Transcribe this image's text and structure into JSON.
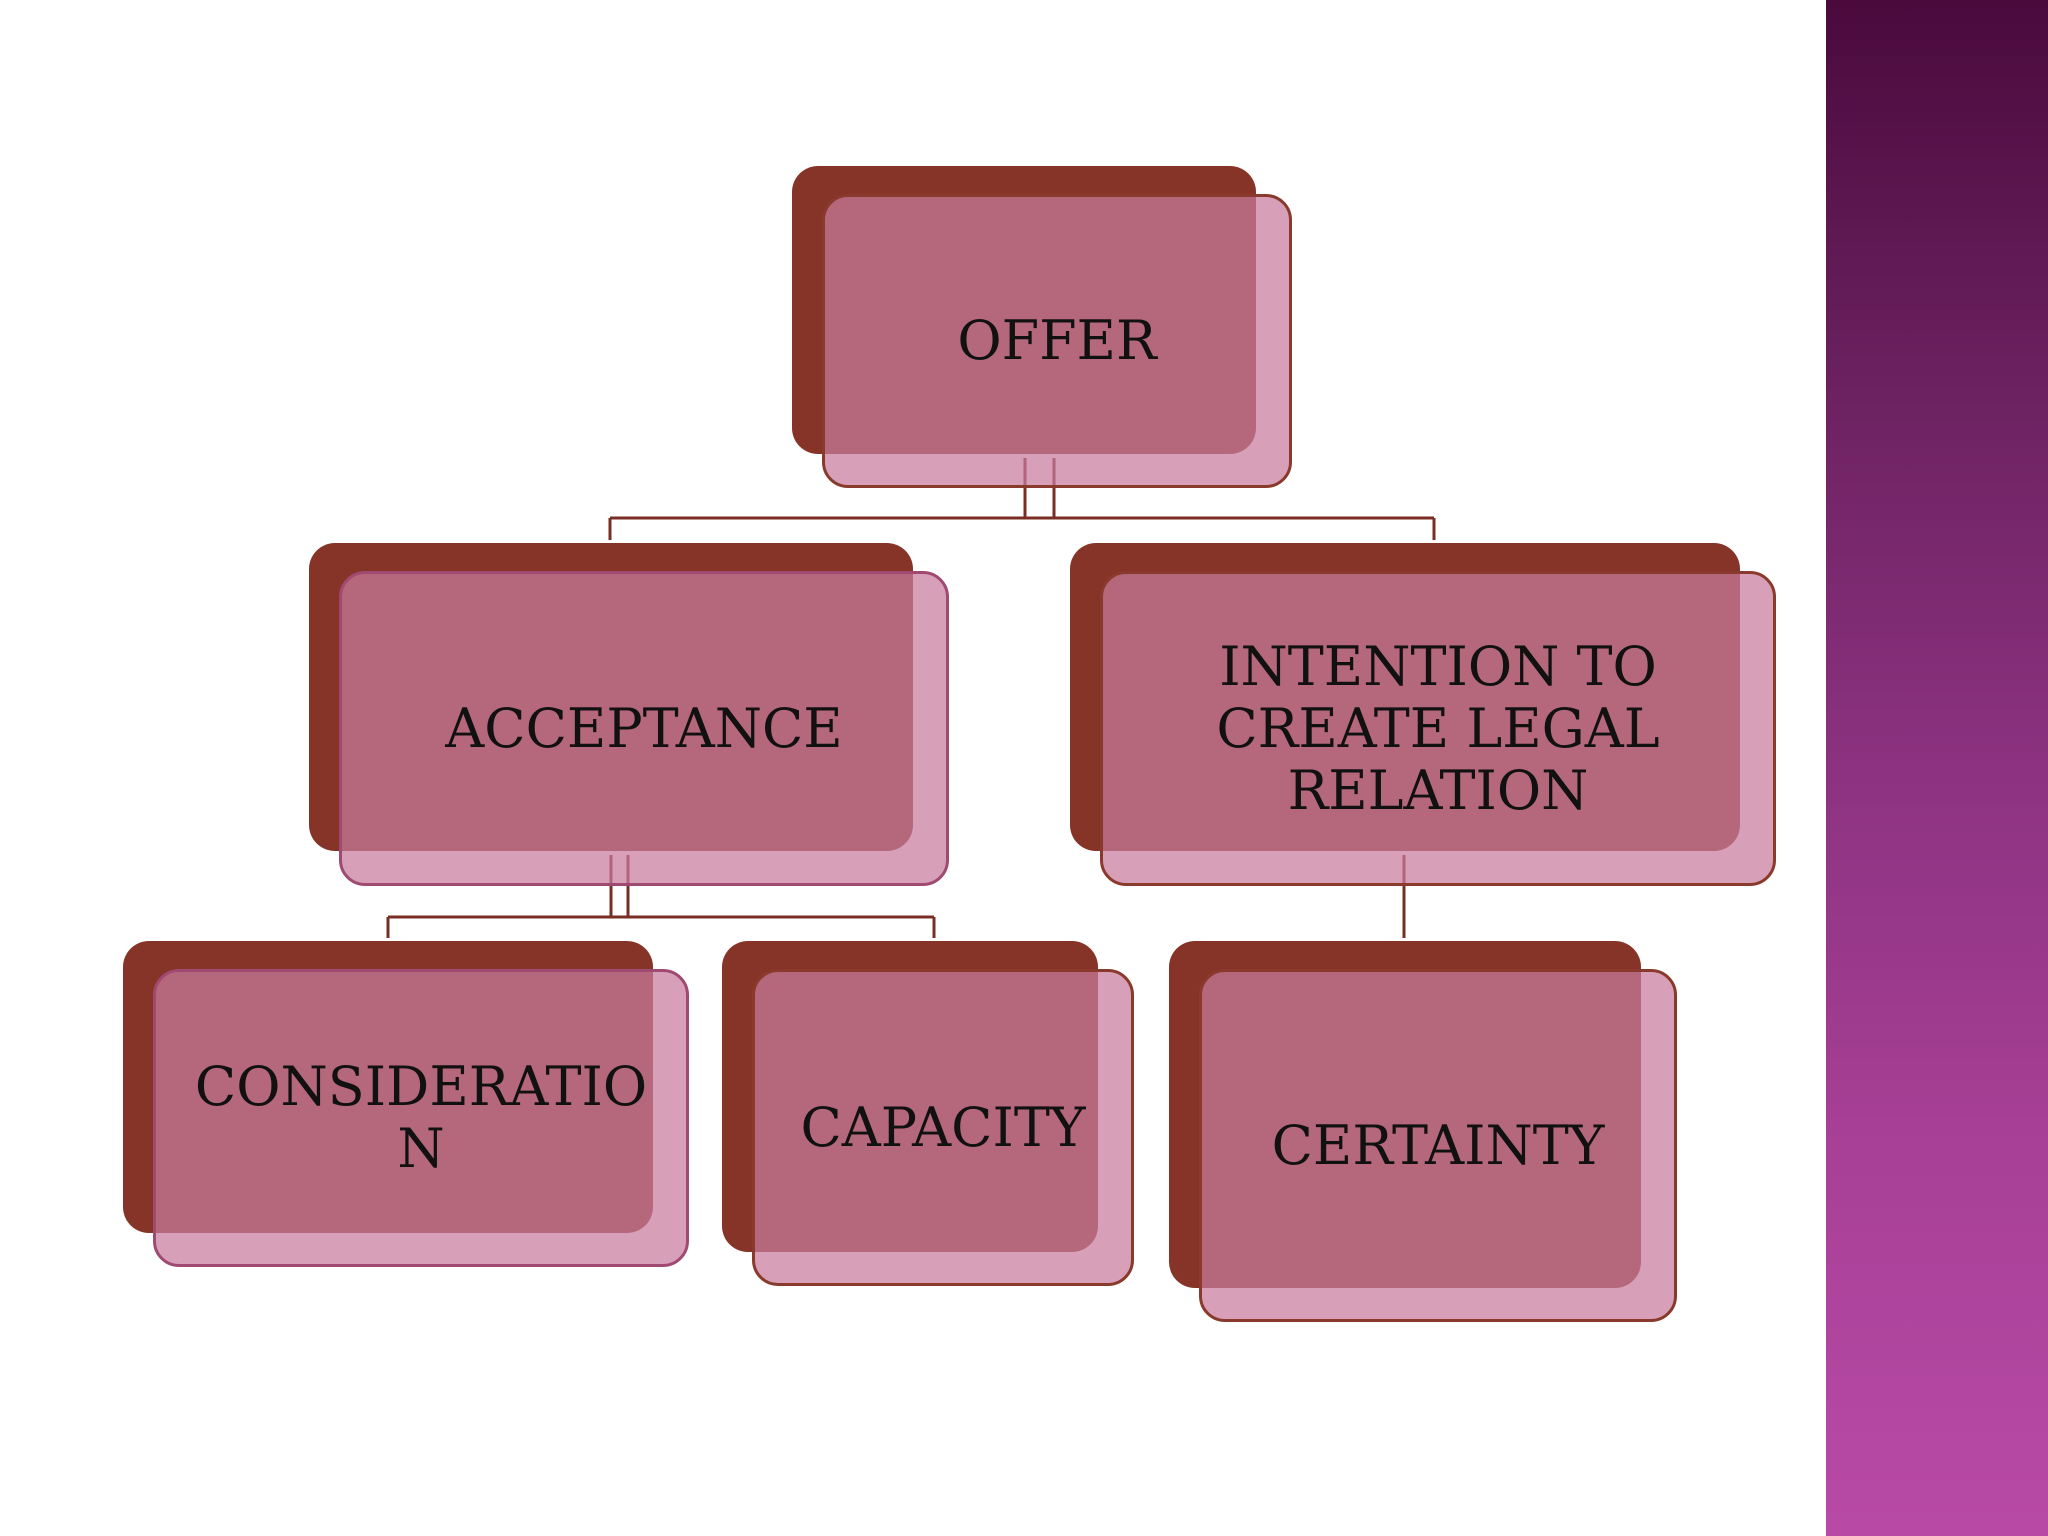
{
  "diagram": {
    "colors": {
      "shadow_box": "#863427",
      "front_box": "#c87c9c",
      "connector": "#7a2d22",
      "side_band_top": "#4a0a3c",
      "side_band_bottom": "#b84aa6"
    },
    "nodes": {
      "offer": "OFFER",
      "acceptance": "ACCEPTANCE",
      "intention": "INTENTION TO\nCREATE LEGAL\nRELATION",
      "consideration": "CONSIDERATIO\nN",
      "capacity": "CAPACITY",
      "certainty": "CERTAINTY"
    },
    "edges": [
      [
        "offer",
        "acceptance"
      ],
      [
        "offer",
        "intention"
      ],
      [
        "acceptance",
        "consideration"
      ],
      [
        "acceptance",
        "capacity"
      ],
      [
        "intention",
        "certainty"
      ]
    ]
  }
}
